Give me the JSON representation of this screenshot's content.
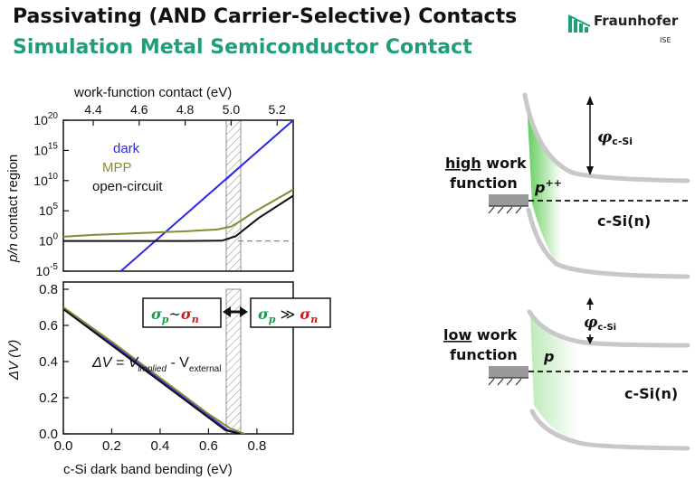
{
  "header": {
    "title": "Passivating (AND Carrier-Selective) Contacts",
    "subtitle": "Simulation Metal Semiconductor Contact",
    "logo_text": "Fraunhofer",
    "logo_sub": "ISE",
    "logo_color": "#1f9e7c"
  },
  "colors": {
    "dark": "#2a2ae8",
    "mpp": "#8a8a32",
    "open_circuit": "#111111",
    "sigma_p": "#1a9a4a",
    "sigma_n": "#d01818",
    "band": "#c8c8c8",
    "fill": "#43c43a"
  },
  "top_chart": {
    "top_axis_title": "work-function contact  (eV)",
    "top_ticks": [
      "4.4",
      "4.6",
      "4.8",
      "5.0",
      "5.2"
    ],
    "y_axis_title_a": "p/n",
    "y_axis_title_b": " contact region",
    "y_ticks": [
      {
        "base": "10",
        "exp": "20",
        "log": 20
      },
      {
        "base": "10",
        "exp": "15",
        "log": 15
      },
      {
        "base": "10",
        "exp": "10",
        "log": 10
      },
      {
        "base": "10",
        "exp": "5",
        "log": 5
      },
      {
        "base": "10",
        "exp": "0",
        "log": 0
      },
      {
        "base": "10",
        "exp": "-5",
        "log": -5
      }
    ],
    "legend": {
      "dark": "dark",
      "mpp": "MPP",
      "oc": "open-circuit"
    }
  },
  "bottom_chart": {
    "x_axis_title": "c-Si dark band bending (eV)",
    "y_axis_title": "ΔV (V)",
    "x_ticks": [
      "0.0",
      "0.2",
      "0.4",
      "0.6",
      "0.8"
    ],
    "y_ticks": [
      "0.0",
      "0.2",
      "0.4",
      "0.6",
      "0.8"
    ],
    "equation": {
      "lhs": "ΔV = V",
      "sub1": "implied",
      "mid": " - V",
      "sub2": "external"
    },
    "box_left": {
      "sp": "σ",
      "p": "p",
      "tilde": "~",
      "sn": "σ",
      "n": "n"
    },
    "box_right": {
      "sp": "σ",
      "p": "p",
      "gg": " ≫ ",
      "sn": "σ",
      "n": "n"
    }
  },
  "chart_data": [
    {
      "type": "line",
      "title": "",
      "xlabel": "work-function contact  (eV)",
      "ylabel": "p/n contact region",
      "y_scale": "log",
      "xlim": [
        4.27,
        5.27
      ],
      "ylim_log10": [
        -5,
        20
      ],
      "series": [
        {
          "name": "dark",
          "x": [
            4.52,
            5.27
          ],
          "log10_y": [
            -5,
            20
          ]
        },
        {
          "name": "MPP",
          "x": [
            4.27,
            4.4,
            4.6,
            4.8,
            4.94,
            5.0,
            5.04,
            5.1,
            5.27
          ],
          "log10_y": [
            0.7,
            1.0,
            1.3,
            1.6,
            1.9,
            2.4,
            3.3,
            4.8,
            8.5
          ]
        },
        {
          "name": "open-circuit",
          "x": [
            4.27,
            4.6,
            4.8,
            4.96,
            5.02,
            5.06,
            5.12,
            5.27
          ],
          "log10_y": [
            0.0,
            0.0,
            0.0,
            0.05,
            0.8,
            2.0,
            3.8,
            7.5
          ]
        },
        {
          "name": "reference",
          "x": [
            5.03,
            5.27
          ],
          "log10_y": [
            0,
            0
          ],
          "dashed": true
        }
      ],
      "highlight_band_x": [
        4.95,
        5.02
      ]
    },
    {
      "type": "line",
      "title": "",
      "xlabel": "c-Si dark band bending (eV)",
      "ylabel": "ΔV (V)",
      "xlim": [
        0.0,
        0.95
      ],
      "ylim": [
        0.0,
        0.8
      ],
      "series": [
        {
          "name": "dark",
          "x": [
            0.0,
            0.2,
            0.4,
            0.6,
            0.68,
            0.74
          ],
          "y": [
            0.7,
            0.5,
            0.3,
            0.1,
            0.02,
            0.0
          ]
        },
        {
          "name": "MPP",
          "x": [
            0.0,
            0.2,
            0.4,
            0.6,
            0.69,
            0.75
          ],
          "y": [
            0.7,
            0.51,
            0.31,
            0.11,
            0.03,
            0.0
          ]
        },
        {
          "name": "open-circuit",
          "x": [
            0.0,
            0.2,
            0.4,
            0.6,
            0.67,
            0.73
          ],
          "y": [
            0.69,
            0.49,
            0.29,
            0.09,
            0.02,
            0.0
          ]
        }
      ],
      "highlight_band_x": [
        0.68,
        0.75
      ]
    }
  ],
  "diagram_top": {
    "label_line1_u": "high",
    "label_line1_rest": " work",
    "label_line2": "function",
    "region": "p",
    "region_sup": "++",
    "phi": "φ",
    "phi_sub": "c-Si",
    "semi": "c-Si(n)"
  },
  "diagram_bottom": {
    "label_line1_u": "low",
    "label_line1_rest": " work",
    "label_line2": "function",
    "region": "p",
    "phi": "φ",
    "phi_sub": "c-Si",
    "semi": "c-Si(n)"
  }
}
